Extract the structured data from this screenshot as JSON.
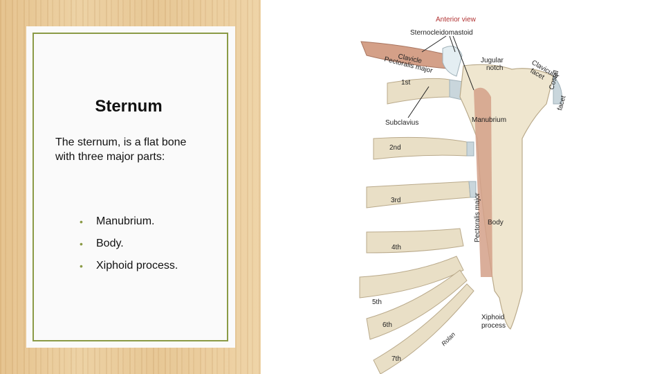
{
  "slide": {
    "title": "Sternum",
    "body": "The sternum, is a flat bone with three major parts:",
    "bullets": [
      "Manubrium.",
      "Body.",
      "Xiphoid process."
    ]
  },
  "figure": {
    "view_label": "Anterior view",
    "labels": {
      "sternocleidomastoid": "Sternocleidomastoid",
      "clavicle": "Clavicle",
      "pectoralis_major_top": "Pectoralis major",
      "jugular_notch_1": "Jugular",
      "jugular_notch_2": "notch",
      "clavicular_facet_1": "Clavicular",
      "clavicular_facet_2": "facet",
      "costal_facet_1": "Costal",
      "costal_facet_2": "facet",
      "rib_1": "1st",
      "subclavius": "Subclavius",
      "manubrium": "Manubrium",
      "rib_2": "2nd",
      "rib_3": "3rd",
      "pectoralis_major_side": "Pectoralis major",
      "body": "Body",
      "rib_4": "4th",
      "rib_5": "5th",
      "rib_6": "6th",
      "rib_7": "7th",
      "xiphoid_1": "Xiphoid",
      "xiphoid_2": "process",
      "signature": "Rolan"
    }
  },
  "colors": {
    "accent_green": "#8a9a45",
    "wood": "#e9c996",
    "bone": "#efe6cf",
    "muscle": "#d4a088",
    "cartilage": "#c9d6dc"
  }
}
